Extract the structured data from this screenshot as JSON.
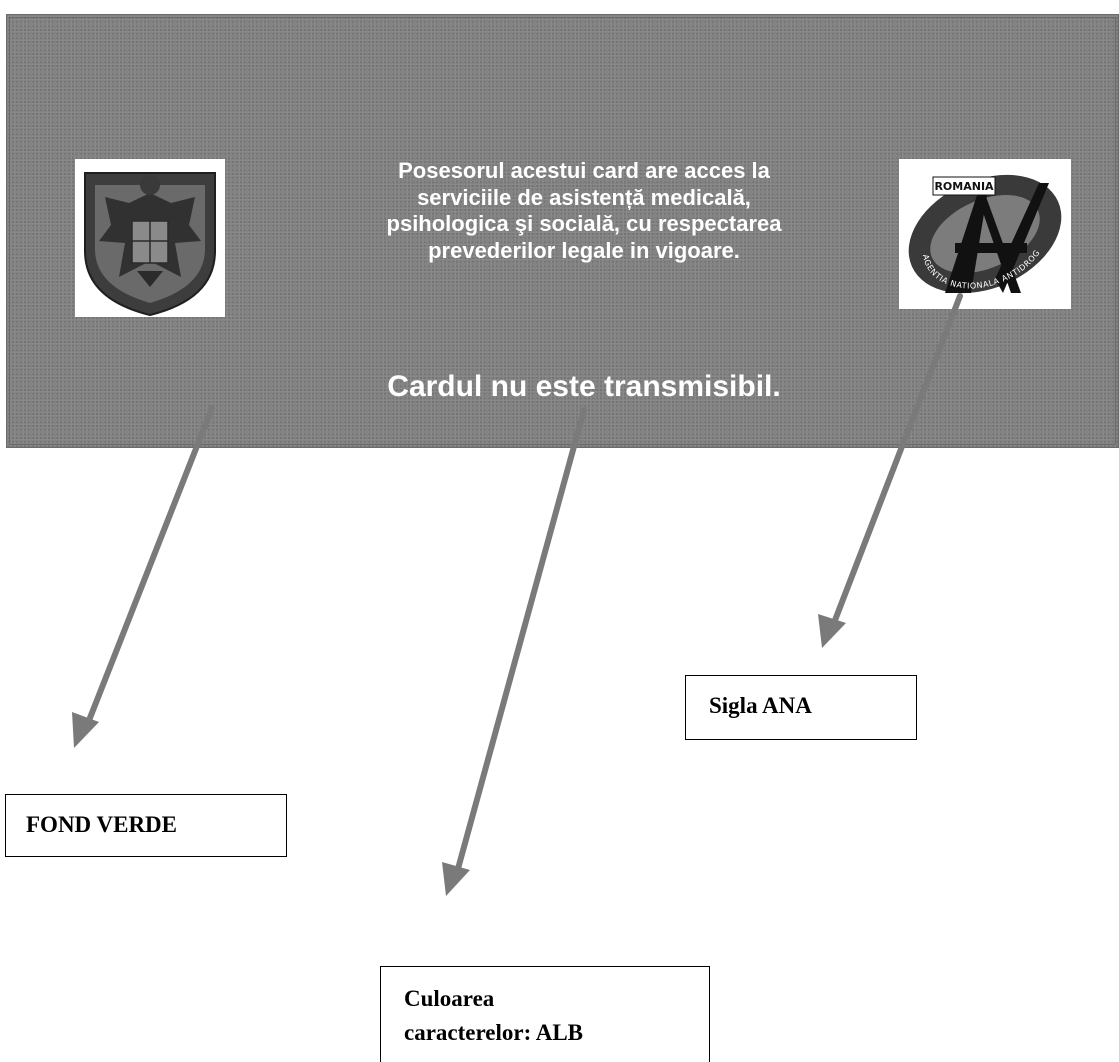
{
  "card": {
    "background_color": "#7f7f7f",
    "text_color": "#ffffff",
    "text_lines": [
      "Posesorul acestui card are acces la",
      "serviciile de asistență medicală,",
      "psihologica şi socială, cu respectarea",
      "prevederilor legale in vigoare."
    ],
    "note": "Cardul nu este transmisibil."
  },
  "coat_of_arms": {
    "icon": "romanian-coat-of-arms-icon"
  },
  "ana_logo": {
    "icon": "ana-logo-icon",
    "top_text": "ROMANIA",
    "ring_text": "AGENTIA NATIONALA ANTIDROG"
  },
  "labels": {
    "fond_verde": "FOND VERDE",
    "sigla_ana": "Sigla ANA",
    "culoarea_line1": "Culoarea",
    "culoarea_line2": "caracterelor: ALB"
  },
  "arrow_color": "#7a7a7a"
}
